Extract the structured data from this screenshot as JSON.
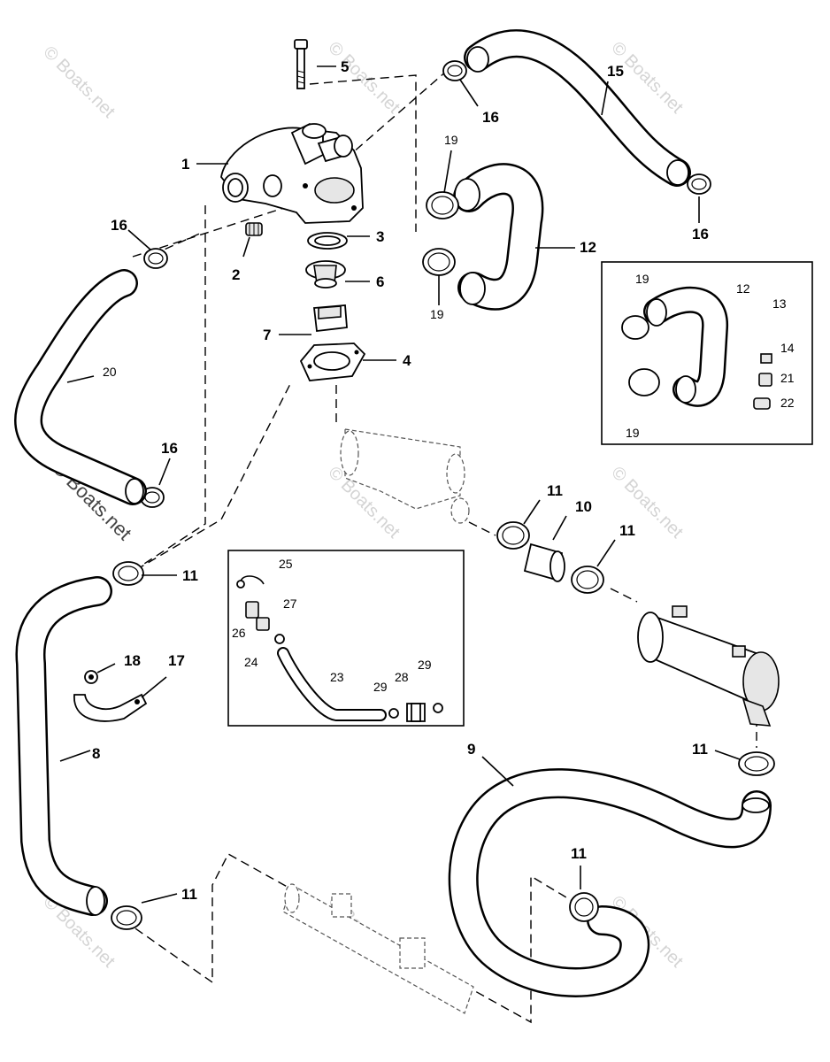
{
  "watermark": "© Boats.net",
  "callouts": {
    "c1": "1",
    "c2": "2",
    "c3": "3",
    "c4": "4",
    "c5": "5",
    "c6": "6",
    "c7": "7",
    "c8": "8",
    "c9": "9",
    "c10": "10",
    "c11": "11",
    "c12": "12",
    "c13": "13",
    "c14": "14",
    "c15": "15",
    "c16": "16",
    "c17": "17",
    "c18": "18",
    "c19": "19",
    "c20": "20",
    "c21": "21",
    "c22": "22",
    "c23": "23",
    "c24": "24",
    "c25": "25",
    "c26": "26",
    "c27": "27",
    "c28": "28",
    "c29": "29"
  }
}
